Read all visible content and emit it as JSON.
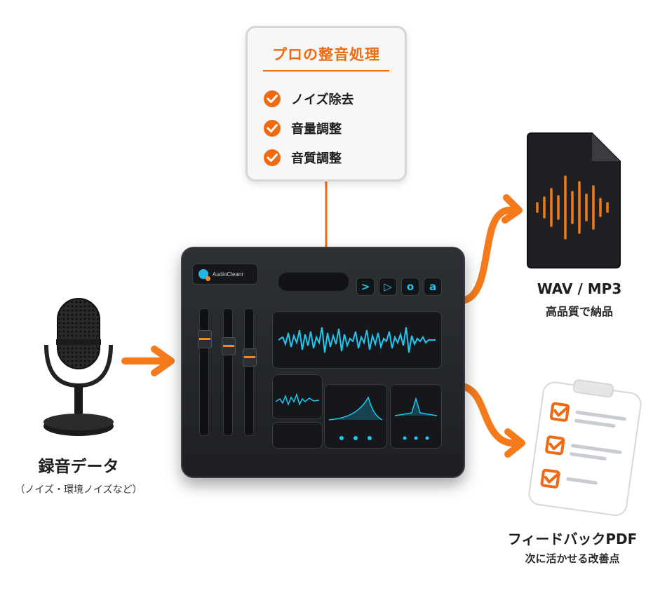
{
  "callout": {
    "title": "プロの整音処理",
    "items": [
      {
        "label": "ノイズ除去"
      },
      {
        "label": "音量調整"
      },
      {
        "label": "音質調整"
      }
    ]
  },
  "device": {
    "logo_text": "AudioCleanr",
    "buttons": [
      ">",
      "▷",
      "o",
      "a"
    ]
  },
  "input": {
    "label": "録音データ",
    "sub": "（ノイズ・環境ノイズなど）"
  },
  "output_audio": {
    "label": "WAV / MP3",
    "sub": "高品質で納品"
  },
  "output_report": {
    "label": "フィードバックPDF",
    "sub": "次に活かせる改善点"
  },
  "colors": {
    "accent": "#f06a12",
    "waveform": "#1ec8f0",
    "device": "#22252a"
  },
  "icons": [
    "microphone-icon",
    "check-circle-icon",
    "audio-file-icon",
    "checklist-document-icon",
    "arrow-right-icon"
  ]
}
